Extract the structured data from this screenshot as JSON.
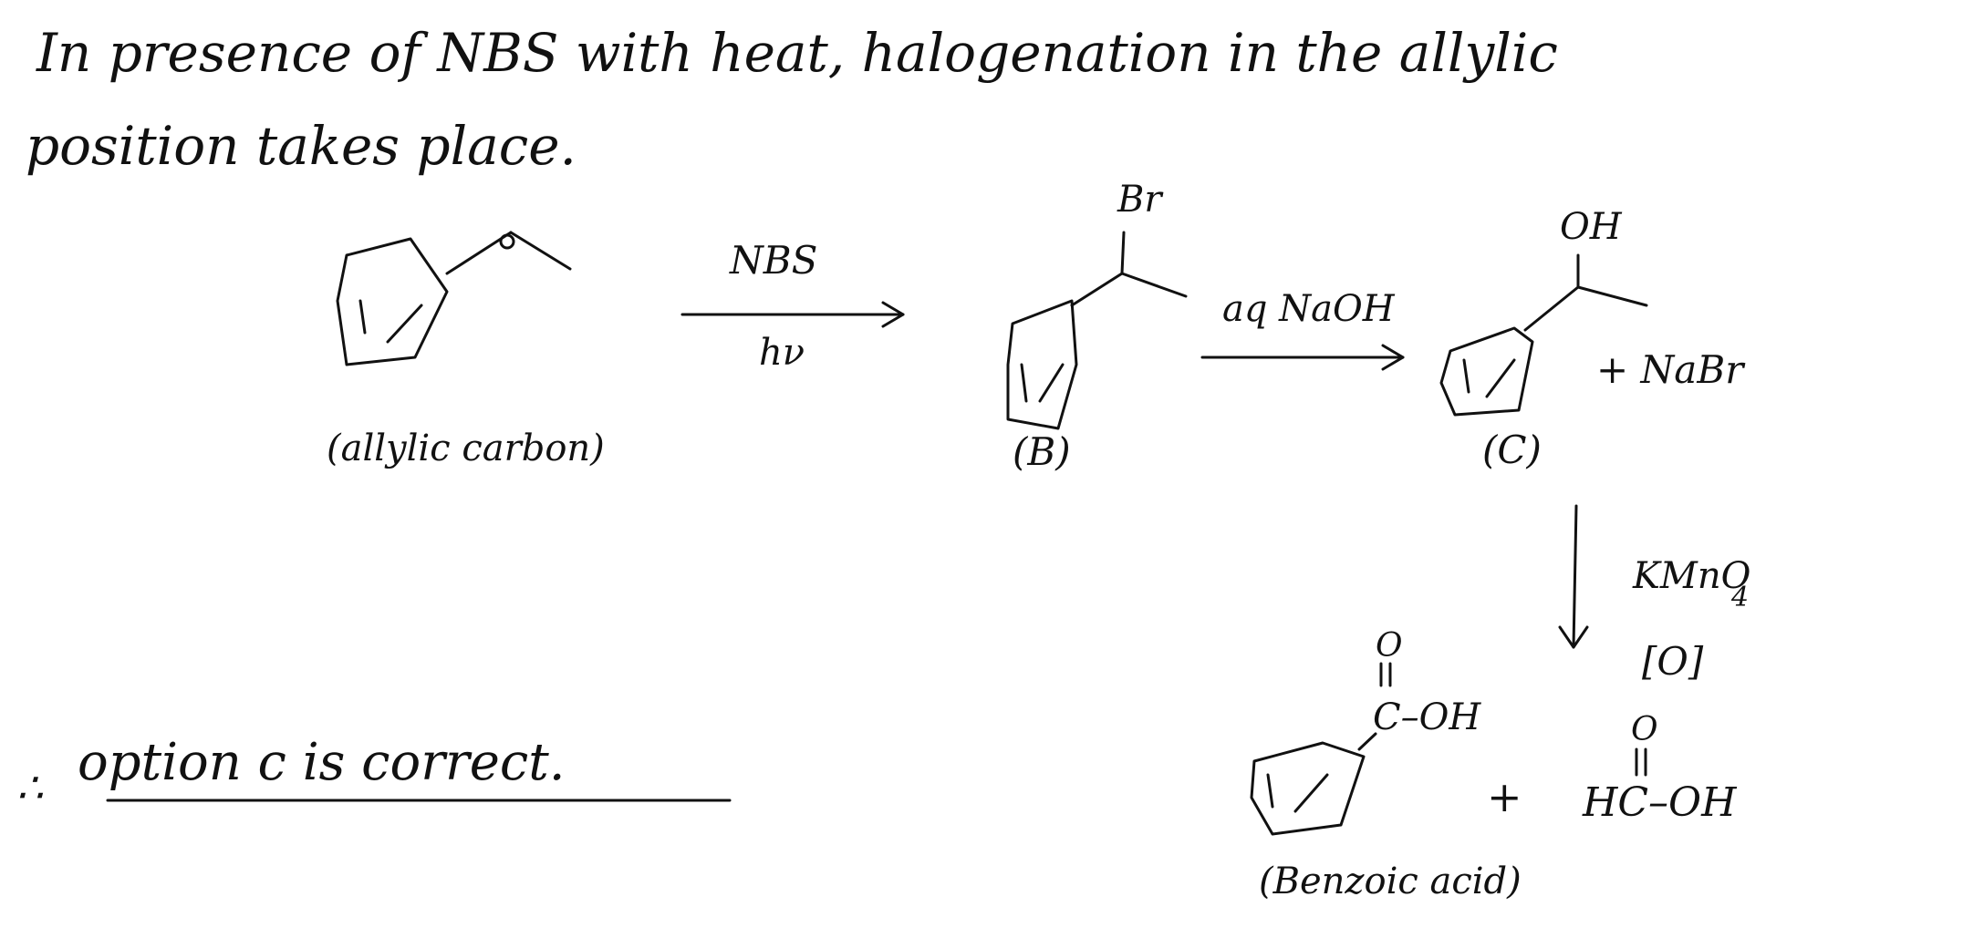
{
  "intro": {
    "line1": "In presence of NBS with heat, halogenation in the allylic",
    "line2": "position takes place."
  },
  "scheme": {
    "start_label": "(allylic carbon)",
    "step1_reagent_top": "NBS",
    "step1_reagent_bottom": "hν",
    "product_b_substituent": "Br",
    "product_b_label": "(B)",
    "step2_reagent": "aq NaOH",
    "product_c_substituent": "OH",
    "product_c_label": "(C)",
    "byproduct_c": "+ NaBr",
    "step3_reagent_top": "KMnO",
    "step3_reagent_sub": "4",
    "step3_reagent_bottom": "[O]",
    "final_carbonyl_o": "O",
    "final_group": "C–OH",
    "final_label": "(Benzoic acid)",
    "final_plus": "+",
    "formic_carbonyl_o": "O",
    "formic_acid": "HC–OH"
  },
  "conclusion": {
    "therefore": "∴",
    "text": "option c is correct."
  }
}
